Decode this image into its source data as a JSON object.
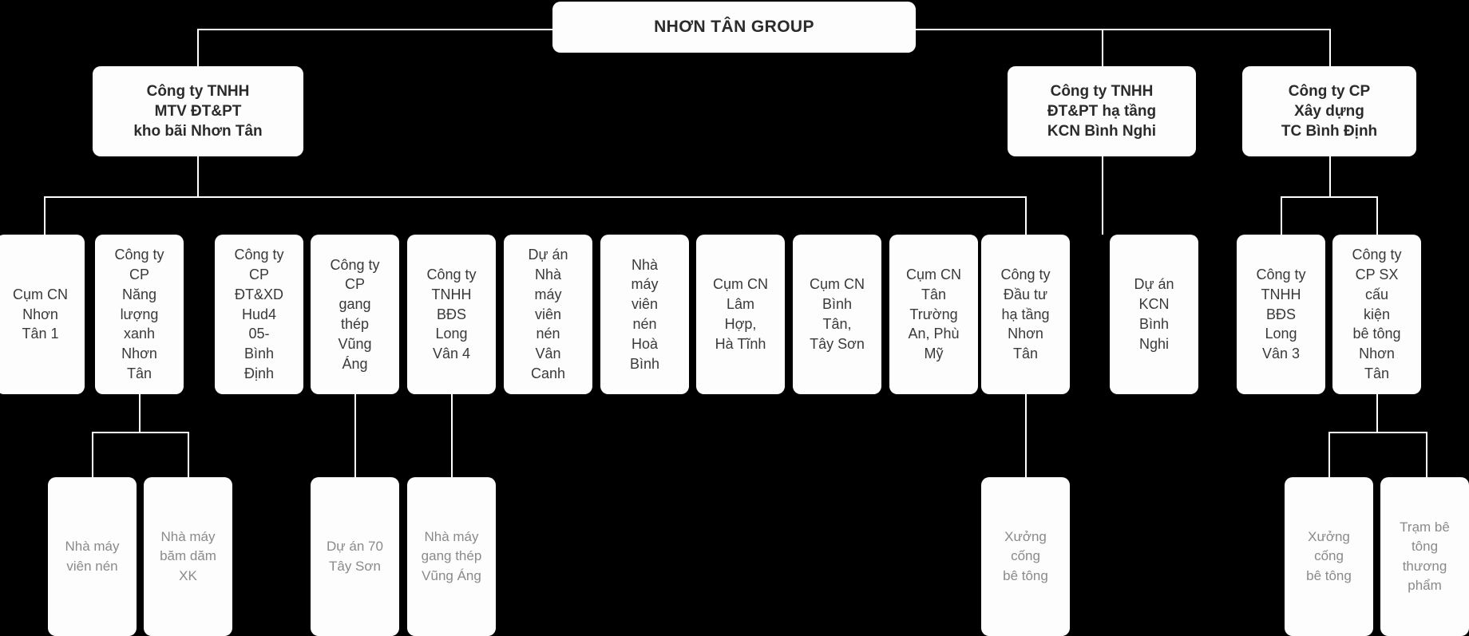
{
  "chart_title": "NHƠN TÂN GROUP",
  "theme": {
    "background": "#000000",
    "node_fill": "#fdfdfd",
    "connector": "#ffffff",
    "text_strong": "#2b2b2b",
    "text_normal": "#3a3a3a",
    "text_muted": "#8a8a8a"
  },
  "root": {
    "label": "NHƠN TÂN GROUP"
  },
  "level1": [
    {
      "label": "Công ty TNHH\nMTV ĐT&PT\nkho bãi Nhơn Tân"
    },
    {
      "label": "Công ty TNHH\nĐT&PT hạ tầng\nKCN Bình Nghi"
    },
    {
      "label": "Công ty CP\nXây dựng\nTC Bình Định"
    }
  ],
  "level2": [
    {
      "label": "Cụm CN\nNhơn\nTân 1"
    },
    {
      "label": "Công ty\nCP\nNăng\nlượng\nxanh\nNhơn\nTân"
    },
    {
      "label": "Công ty\nCP\nĐT&XD\nHud4\n05-\nBình\nĐịnh"
    },
    {
      "label": "Công ty\nCP\ngang\nthép\nVũng\nÁng"
    },
    {
      "label": "Công ty\nTNHH\nBĐS\nLong\nVân 4"
    },
    {
      "label": "Dự án\nNhà\nmáy\nviên\nnén\nVân\nCanh"
    },
    {
      "label": "Nhà\nmáy\nviên\nnén\nHoà\nBình"
    },
    {
      "label": "Cụm CN\nLâm\nHợp,\nHà Tĩnh"
    },
    {
      "label": "Cụm CN\nBình\nTân,\nTây Sơn"
    },
    {
      "label": "Cụm CN\nTân\nTrường\nAn, Phù\nMỹ"
    },
    {
      "label": "Công ty\nĐầu tư\nhạ tầng\nNhơn\nTân"
    },
    {
      "label": "Dự án\nKCN\nBình\nNghi"
    },
    {
      "label": "Công ty\nTNHH\nBĐS\nLong\nVân 3"
    },
    {
      "label": "Công ty\nCP SX\ncấu\nkiện\nbê tông\nNhơn\nTân"
    }
  ],
  "level3": [
    {
      "label": "Nhà máy\nviên nén"
    },
    {
      "label": "Nhà máy\nbăm dăm\nXK"
    },
    {
      "label": "Dự án 70\nTây Sơn"
    },
    {
      "label": "Nhà máy\ngang thép\nVũng Áng"
    },
    {
      "label": "Xưởng\ncống\nbê tông"
    },
    {
      "label": "Xưởng\ncống\nbê tông"
    },
    {
      "label": "Trạm bê\ntông\nthương\nphẩm"
    }
  ]
}
